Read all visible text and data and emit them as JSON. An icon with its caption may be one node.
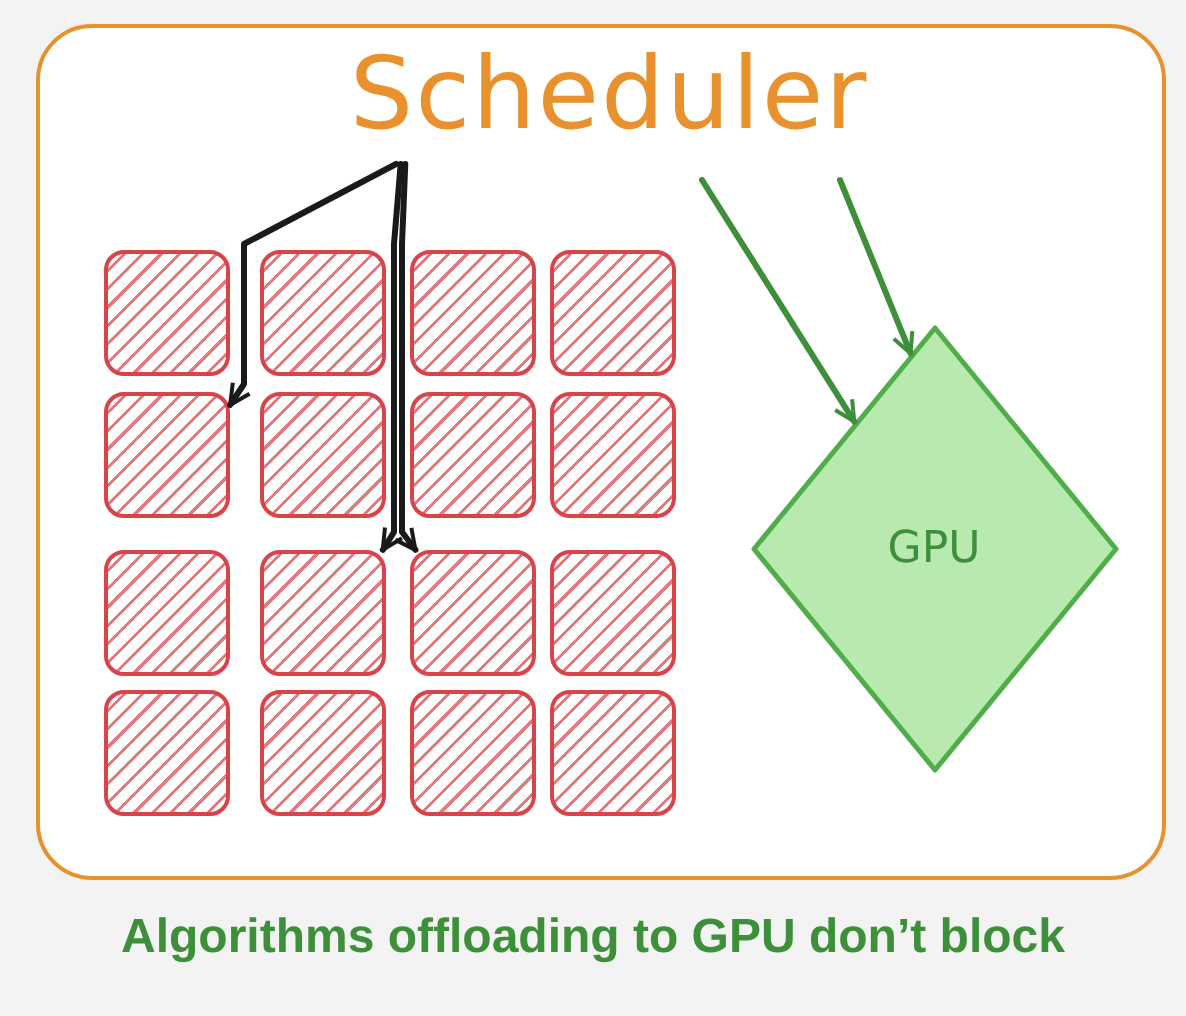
{
  "diagram": {
    "caption": "Algorithms offloading to GPU don’t block",
    "nodes": [
      {
        "text": [],
        "shape": "box"
      },
      {
        "text": [
          "Scheduler"
        ],
        "in": 0
      },
      {
        "text": [],
        "shape": "box",
        "in": 0
      },
      {
        "text": [],
        "shape": "box",
        "in": 0
      },
      {
        "text": [],
        "shape": "box",
        "in": 0
      },
      {
        "text": [],
        "shape": "box",
        "in": 0
      },
      {
        "text": [],
        "shape": "box",
        "in": 0
      },
      {
        "text": [],
        "shape": "box",
        "in": 0
      },
      {
        "text": [],
        "shape": "box",
        "in": 0
      },
      {
        "text": [],
        "shape": "box",
        "in": 0
      },
      {
        "text": [],
        "shape": "box",
        "in": 0
      },
      {
        "text": [],
        "shape": "box",
        "in": 0
      },
      {
        "text": [],
        "shape": "box",
        "in": 0
      },
      {
        "text": [],
        "shape": "box",
        "in": 0
      },
      {
        "text": [],
        "shape": "box",
        "in": 0
      },
      {
        "text": [],
        "shape": "box",
        "in": 0
      },
      {
        "text": [],
        "shape": "box",
        "in": 0
      },
      {
        "text": [],
        "shape": "box",
        "in": 0
      },
      {
        "text": [
          "GPU"
        ],
        "in": 0
      }
    ],
    "edges": [
      {
        "from": 1,
        "to": 6,
        "arrow": "to"
      },
      {
        "from": 1,
        "to": 11,
        "arrow": "to"
      },
      {
        "from": 1,
        "to": 12,
        "arrow": "to"
      },
      {
        "from": 1,
        "to": 18,
        "arrow": "to",
        "color": "#3e8f3a"
      },
      {
        "from": 1,
        "to": 18,
        "arrow": "to",
        "color": "#3e8f3a"
      }
    ]
  }
}
